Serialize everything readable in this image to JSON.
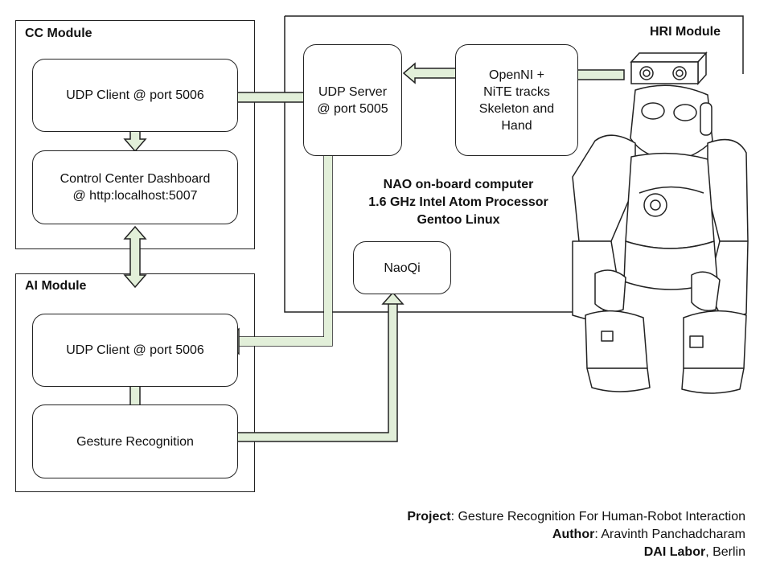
{
  "modules": {
    "cc": {
      "title": "CC Module"
    },
    "ai": {
      "title": "AI Module"
    },
    "hri": {
      "title": "HRI Module"
    }
  },
  "boxes": {
    "cc_udp_client": "UDP Client @ port 5006",
    "dashboard": "Control Center Dashboard\n@ http:localhost:5007",
    "ai_udp_client": "UDP Client @ port 5006",
    "gesture": "Gesture Recognition",
    "udp_server": "UDP Server\n@ port 5005",
    "openni": "OpenNI +\nNiTE tracks\nSkeleton and\nHand",
    "naoqi": "NaoQi"
  },
  "nao_info": {
    "line1": "NAO on-board computer",
    "line2": "1.6 GHz Intel Atom Processor",
    "line3": "Gentoo Linux"
  },
  "credits": {
    "project_label": "Project",
    "project_value": ": Gesture Recognition For Human-Robot Interaction",
    "author_label": "Author",
    "author_value": ": Aravinth Panchadcharam",
    "org_label": "DAI Labor",
    "org_value": ", Berlin"
  },
  "colors": {
    "arrow_fill": "#e2efd9",
    "stroke": "#222222"
  },
  "icons": [
    "depth-sensor-icon",
    "nao-robot-icon"
  ]
}
